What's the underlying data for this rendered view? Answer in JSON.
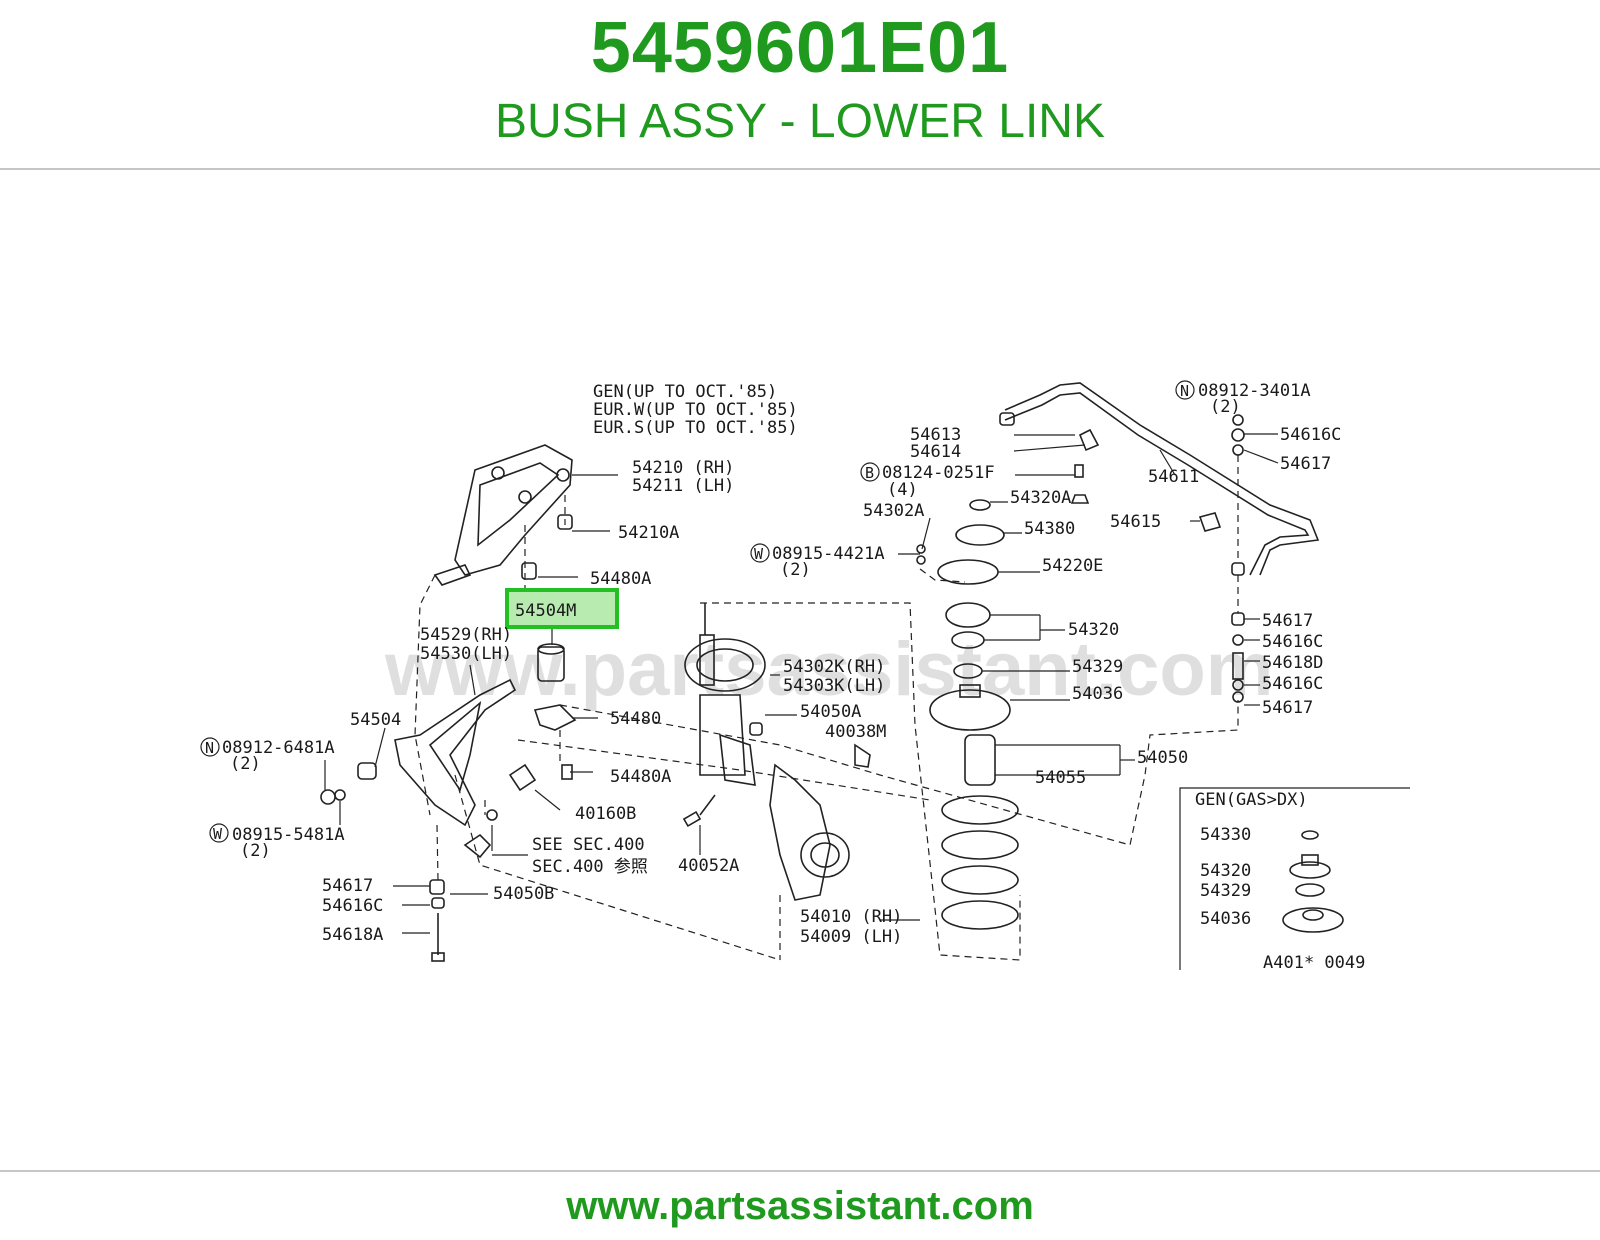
{
  "header": {
    "part_number": "5459601E01",
    "part_name": "BUSH ASSY - LOWER LINK"
  },
  "footer": {
    "url": "www.partsassistant.com"
  },
  "diagram": {
    "watermark": "www.partsassistant.com",
    "highlight_color": "#22c022",
    "highlighted_part": "54504M",
    "notes": {
      "gen": "GEN(UP TO OCT.'85)",
      "eurw": "EUR.W(UP TO OCT.'85)",
      "eurs": "EUR.S(UP TO OCT.'85)"
    },
    "inset": {
      "title": "GEN(GAS>DX)",
      "code": "A401* 0049"
    },
    "labels": {
      "p54210": "54210 (RH)",
      "p54211": "54211 (LH)",
      "p54210a": "54210A",
      "p54480a_top": "54480A",
      "p54529": "54529(RH)",
      "p54530": "54530(LH)",
      "p54504": "54504",
      "n08912_6481a": "08912-6481A",
      "n08912_6481a_qty": "(2)",
      "p54480": "54480",
      "p54480a_bot": "54480A",
      "p40160b": "40160B",
      "w08915_5481a": "08915-5481A",
      "w08915_5481a_qty": "(2)",
      "see_sec": "SEE SEC.400",
      "sec_ref": "SEC.400 参照",
      "p54617_left": "54617",
      "p54616c_left": "54616C",
      "p54618a": "54618A",
      "p54050b": "54050B",
      "w08915_4421a": "08915-4421A",
      "w08915_4421a_qty": "(2)",
      "p54302k": "54302K(RH)",
      "p54303k": "54303K(LH)",
      "p54050a": "54050A",
      "p40038m": "40038M",
      "p40052a": "40052A",
      "p54010": "54010 (RH)",
      "p54009": "54009 (LH)",
      "p54613": "54613",
      "p54614": "54614",
      "b08124_0251f": "08124-0251F",
      "b08124_0251f_qty": "(4)",
      "p54302a": "54302A",
      "p54320a": "54320A",
      "p54380": "54380",
      "p54220e": "54220E",
      "p54320": "54320",
      "p54329": "54329",
      "p54036": "54036",
      "p54050": "54050",
      "p54055": "54055",
      "n08912_3401a": "08912-3401A",
      "n08912_3401a_qty": "(2)",
      "p54611": "54611",
      "p54615": "54615",
      "p54616c_r1": "54616C",
      "p54617_r1": "54617",
      "p54617_r2": "54617",
      "p54616c_r2": "54616C",
      "p54618d": "54618D",
      "p54616c_r3": "54616C",
      "p54617_r3": "54617",
      "inset_54330": "54330",
      "inset_54320": "54320",
      "inset_54329": "54329",
      "inset_54036": "54036"
    },
    "circle_letters": {
      "n": "N",
      "w": "W",
      "b": "B"
    }
  }
}
